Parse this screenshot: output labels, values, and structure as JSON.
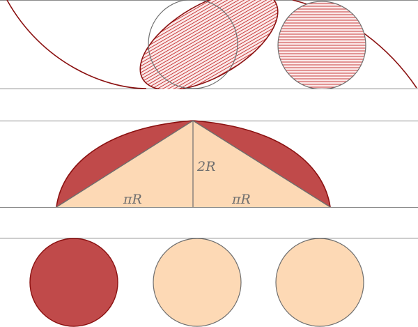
{
  "colors": {
    "dark_red": "#c04a4a",
    "outline_red": "#8b1111",
    "peach": "#fdd9b5",
    "gray_line": "#8a8a8a",
    "hatch_red": "#c22a2a"
  },
  "labels": {
    "height": "2R",
    "left_base": "πR",
    "right_base": "πR"
  }
}
